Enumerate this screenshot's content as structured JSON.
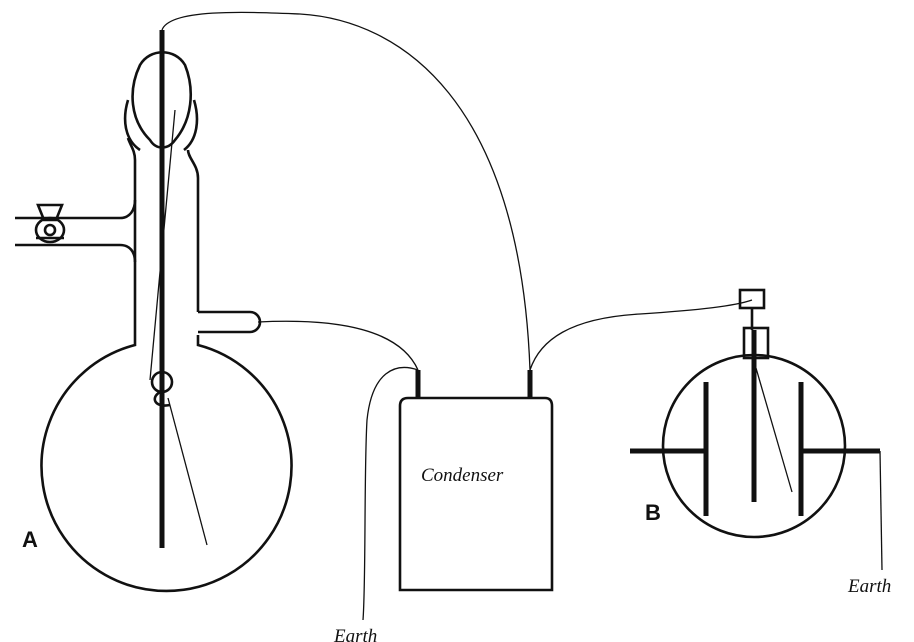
{
  "labels": {
    "apparatus_a": "A",
    "apparatus_b": "B",
    "condenser": "Condenser",
    "earth_left": "Earth",
    "earth_right": "Earth"
  }
}
